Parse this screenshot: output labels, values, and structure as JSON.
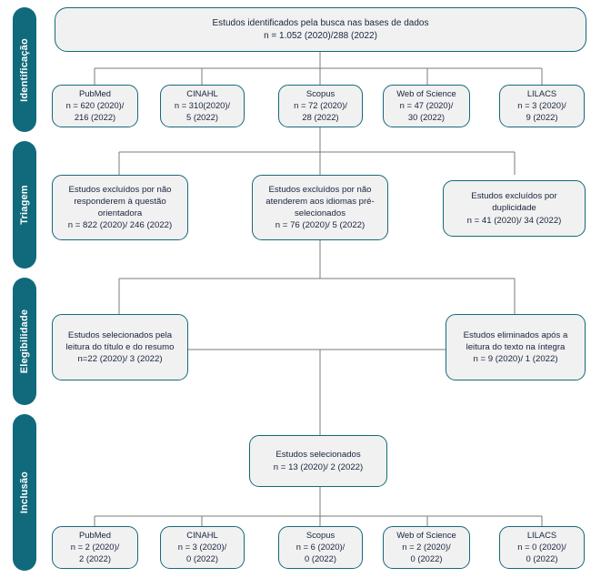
{
  "diagram": {
    "title": "Fluxograma PRISMA de selecao dos estudos",
    "colors": {
      "pill_teal": "#106A7C",
      "box_border": "#15697B",
      "box_fill": "#F1F1F1",
      "text_navy": "#17233D",
      "connector_gray": "#7B7B7B"
    }
  },
  "stages": [
    {
      "id": "identificacao",
      "label": "Identificação"
    },
    {
      "id": "triagem",
      "label": "Triagem"
    },
    {
      "id": "elegibilidade",
      "label": "Elegibilidade"
    },
    {
      "id": "inclusao",
      "label": "Inclusão"
    }
  ],
  "identification": {
    "total_box": "Estudos identificados pela busca nas bases de dados\nn = 1.052 (2020)/288 (2022)",
    "databases": [
      {
        "name": "PubMed",
        "text": "PubMed\nn = 620 (2020)/\n216 (2022)"
      },
      {
        "name": "CINAHL",
        "text": "CINAHL\nn = 310(2020)/\n5 (2022)"
      },
      {
        "name": "Scopus",
        "text": "Scopus\nn = 72 (2020)/\n28 (2022)"
      },
      {
        "name": "Web of Science",
        "text": "Web of Science\nn = 47 (2020)/\n30 (2022)"
      },
      {
        "name": "LILACS",
        "text": "LILACS\nn = 3 (2020)/\n9 (2022)"
      }
    ]
  },
  "screening": {
    "boxes": [
      {
        "id": "nao-responderam",
        "text": "Estudos excluídos por não\nresponderem à questão\norientadora\nn = 822 (2020)/ 246 (2022)"
      },
      {
        "id": "idiomas",
        "text": "Estudos excluídos por não\natenderem aos idiomas pré-\nselecionados\nn = 76 (2020)/ 5 (2022)"
      },
      {
        "id": "duplicidade",
        "text": "Estudos excluídos por\nduplicidade\nn = 41 (2020)/ 34 (2022)"
      }
    ]
  },
  "eligibility": {
    "selected_box": "Estudos selecionados pela\nleitura do título e do resumo\nn=22 (2020)/ 3 (2022)",
    "eliminated_box": "Estudos eliminados após a\nleitura do texto na íntegra\nn = 9 (2020)/ 1 (2022)"
  },
  "inclusion": {
    "selected_box": "Estudos selecionados\nn = 13 (2020)/ 2 (2022)",
    "databases": [
      {
        "name": "PubMed",
        "text": "PubMed\nn = 2 (2020)/\n2 (2022)"
      },
      {
        "name": "CINAHL",
        "text": "CINAHL\nn = 3 (2020)/\n0 (2022)"
      },
      {
        "name": "Scopus",
        "text": "Scopus\nn = 6 (2020)/\n0 (2022)"
      },
      {
        "name": "Web of Science",
        "text": "Web of Science\nn =  2 (2020)/\n0 (2022)"
      },
      {
        "name": "LILACS",
        "text": "LILACS\nn = 0 (2020)/\n0 (2022)"
      }
    ]
  }
}
